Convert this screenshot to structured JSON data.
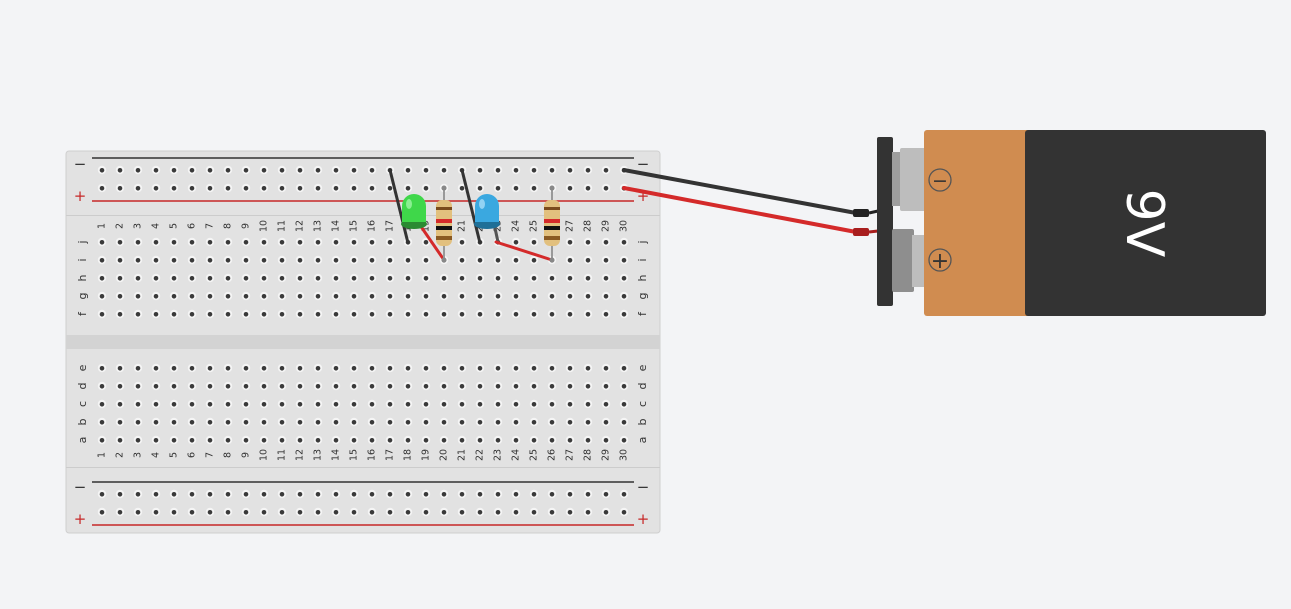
{
  "breadboard": {
    "columns": [
      "1",
      "2",
      "3",
      "4",
      "5",
      "6",
      "7",
      "8",
      "9",
      "10",
      "11",
      "12",
      "13",
      "14",
      "15",
      "16",
      "17",
      "18",
      "19",
      "20",
      "21",
      "22",
      "23",
      "24",
      "25",
      "26",
      "27",
      "28",
      "29",
      "30"
    ],
    "top_rows": [
      "j",
      "i",
      "h",
      "g",
      "f"
    ],
    "bottom_rows": [
      "e",
      "d",
      "c",
      "b",
      "a"
    ],
    "rail_minus": "−",
    "rail_plus": "+"
  },
  "battery": {
    "label": "9V",
    "terminal_minus": "−",
    "terminal_plus": "+",
    "body_color": "#333333",
    "top_color": "#d08c50"
  },
  "components": [
    {
      "name": "led-green",
      "color": "#3fd74a"
    },
    {
      "name": "led-blue",
      "color": "#3aa8e0"
    },
    {
      "name": "resistor-1"
    },
    {
      "name": "resistor-2"
    }
  ],
  "wire_colors": {
    "negative": "#333333",
    "positive": "#d42a2a"
  }
}
